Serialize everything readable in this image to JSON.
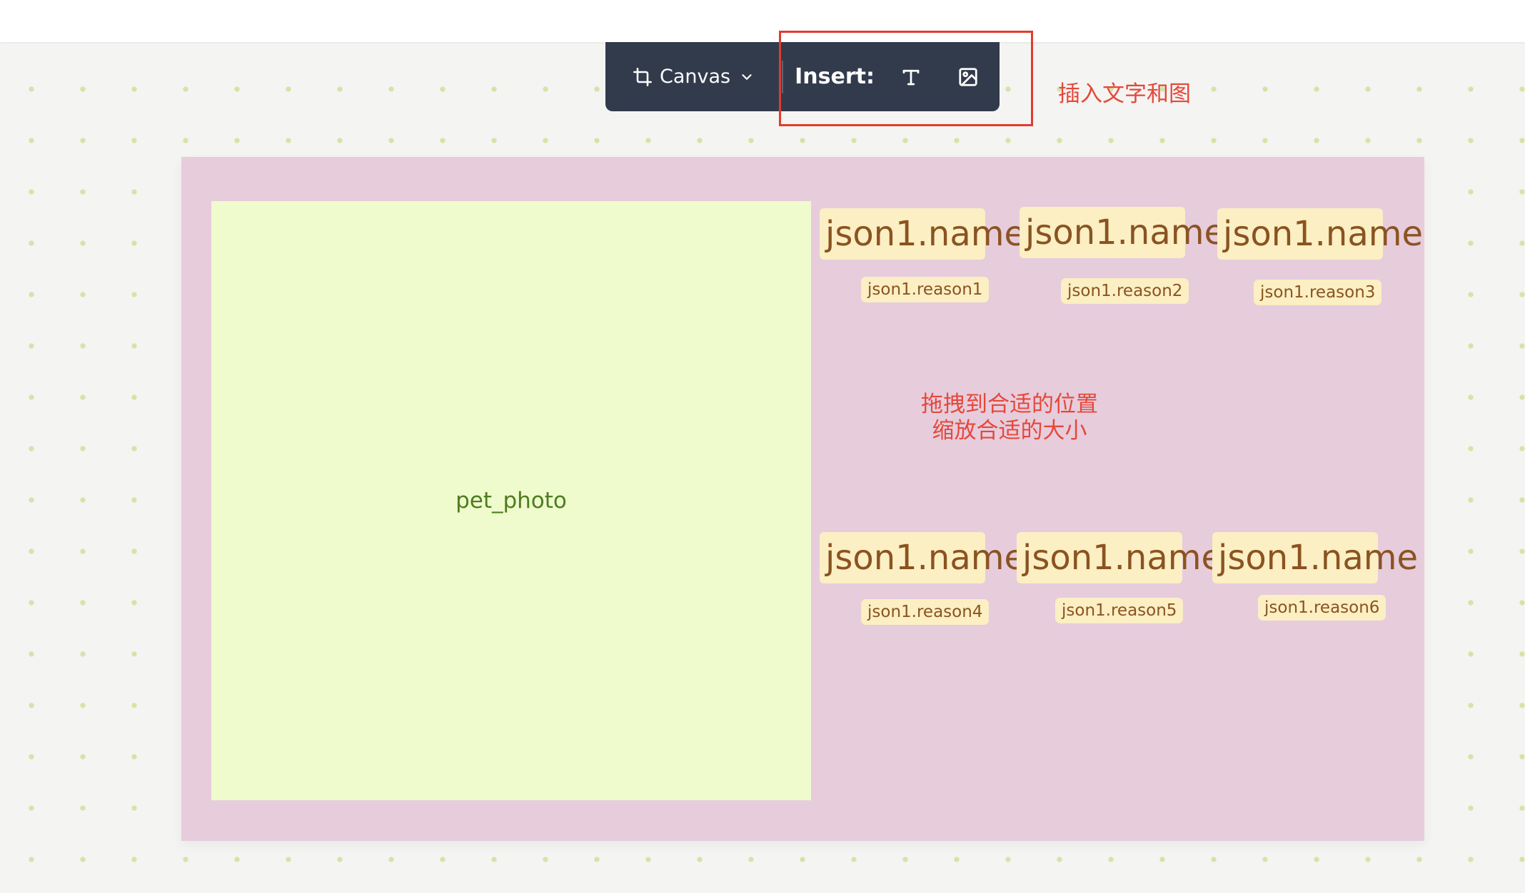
{
  "toolbar": {
    "canvas_label": "Canvas",
    "insert_label": "Insert:"
  },
  "annotations": {
    "insert_hint": "插入文字和图",
    "drag_hint_line1": "拖拽到合适的位置",
    "drag_hint_line2": "缩放合适的大小"
  },
  "canvas": {
    "photo_label": "pet_photo",
    "name_fields": [
      "json1.name",
      "json1.name",
      "json1.name",
      "json1.name",
      "json1.name",
      "json1.name"
    ],
    "reason_fields": [
      "json1.reason1",
      "json1.reason2",
      "json1.reason3",
      "json1.reason4",
      "json1.reason5",
      "json1.reason6"
    ]
  },
  "colors": {
    "toolbar_bg": "#323b4c",
    "canvas_bg": "#e7ccdc",
    "photo_bg": "#effacd",
    "field_bg": "#fbefc3",
    "annotation": "#e5483a"
  }
}
